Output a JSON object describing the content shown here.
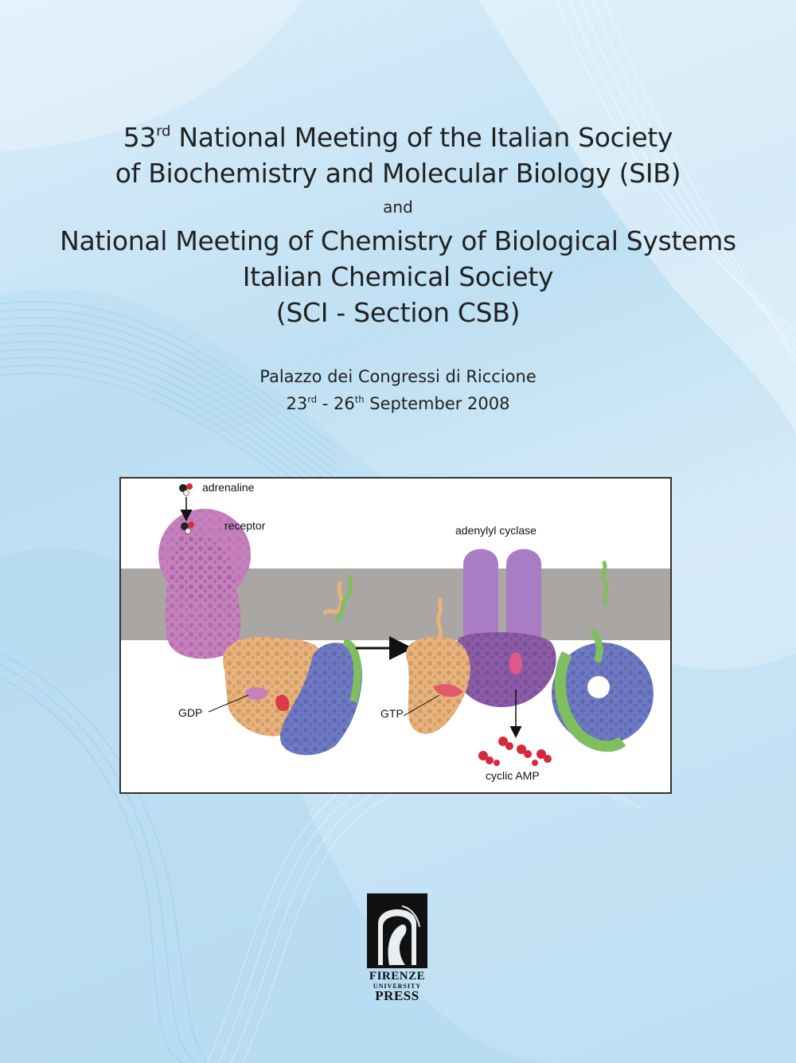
{
  "cover": {
    "title_line1_num": "53",
    "title_line1_sup": "rd",
    "title_line1_rest": " National Meeting of the Italian Society",
    "title_line2": "of Biochemistry and Molecular Biology (SIB)",
    "and": "and",
    "title_line3": "National Meeting of Chemistry of Biological Systems",
    "title_line4": "Italian Chemical Society",
    "title_line5": "(SCI - Section CSB)",
    "venue": "Palazzo dei Congressi di Riccione",
    "date_start_num": "23",
    "date_start_sup": "rd",
    "date_sep": " - 26",
    "date_end_sup": "th",
    "date_rest": " September 2008"
  },
  "figure": {
    "labels": {
      "adrenaline": "adrenaline",
      "receptor": "receptor",
      "adenylyl_cyclase": "adenylyl cyclase",
      "gdp": "GDP",
      "gtp": "GTP",
      "cyclic_amp": "cyclic AMP"
    }
  },
  "publisher": {
    "line1": "FIRENZE",
    "line2": "UNIVERSITY",
    "line3": "PRESS"
  },
  "colors": {
    "membrane": "#a9a6a4",
    "receptor": "#c77fbe",
    "g_alpha": "#e9b27a",
    "g_beta": "#6d79c4",
    "g_gamma": "#7fbf5f",
    "cyclase": "#a97cc4",
    "camp": "#d8283f"
  }
}
